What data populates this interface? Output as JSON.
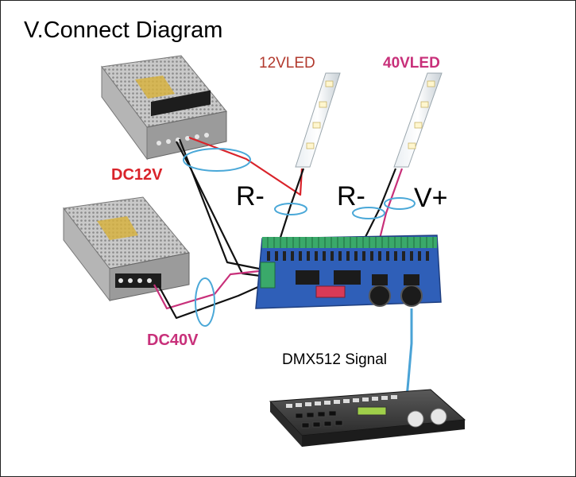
{
  "diagram": {
    "title": "V.Connect Diagram",
    "led_strips": {
      "led_12v_label": "12VLED",
      "led_40v_label": "40VLED"
    },
    "power_supplies": {
      "dc12v_label": "DC12V",
      "dc40v_label": "DC40V"
    },
    "terminals": {
      "r_minus_left": "R-",
      "r_minus_right": "R-",
      "v_plus": "V+"
    },
    "signal": {
      "dmx_label": "DMX512 Signal"
    }
  },
  "colors": {
    "wire_red": "#d9232a",
    "wire_magenta": "#c8307a",
    "wire_black": "#111111",
    "signal_cable": "#4aa3d6",
    "highlight_ellipse": "#4aa8d8",
    "decoder_board": "#2f5fb8",
    "terminal_green": "#3aa96a",
    "led_label_12v": "#b23a2e"
  }
}
